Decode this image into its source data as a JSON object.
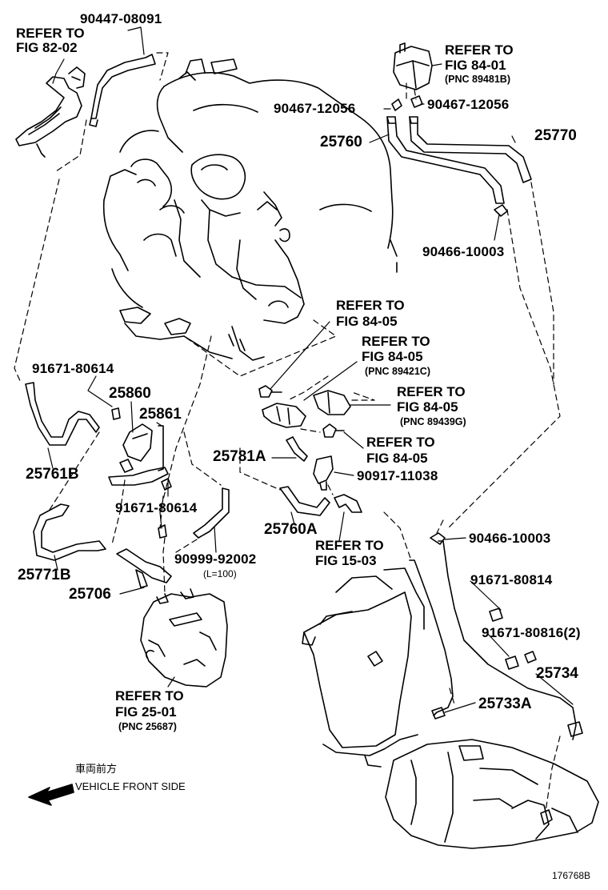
{
  "labels": {
    "p90447_08091": "90447-08091",
    "refer_82_02_a": "REFER TO",
    "refer_82_02_b": "FIG 82-02",
    "refer_84_01_a": "REFER TO",
    "refer_84_01_b": "FIG 84-01",
    "refer_84_01_c": "(PNC 89481B)",
    "p90467_12056_left": "90467-12056",
    "p90467_12056_right": "90467-12056",
    "p25760": "25760",
    "p25770": "25770",
    "p90466_10003_top": "90466-10003",
    "refer_84_05_1a": "REFER TO",
    "refer_84_05_1b": "FIG 84-05",
    "refer_84_05_2a": "REFER TO",
    "refer_84_05_2b": "FIG 84-05",
    "refer_84_05_2c": "(PNC 89421C)",
    "refer_84_05_3a": "REFER TO",
    "refer_84_05_3b": "FIG 84-05",
    "refer_84_05_3c": "(PNC 89439G)",
    "refer_84_05_4a": "REFER TO",
    "refer_84_05_4b": "FIG 84-05",
    "p91671_80614_top": "91671-80614",
    "p25860": "25860",
    "p25861": "25861",
    "p25761B": "25761B",
    "p25781A": "25781A",
    "p90917_11038": "90917-11038",
    "p91671_80614_mid": "91671-80614",
    "p25760A": "25760A",
    "refer_15_03_a": "REFER TO",
    "refer_15_03_b": "FIG 15-03",
    "p90466_10003_bot": "90466-10003",
    "p25771B": "25771B",
    "p90999_92002": "90999-92002",
    "l100": "(L=100)",
    "p25706": "25706",
    "p91671_80814": "91671-80814",
    "p91671_80816": "91671-80816(2)",
    "p25734": "25734",
    "p25733A": "25733A",
    "refer_25_01_a": "REFER TO",
    "refer_25_01_b": "FIG 25-01",
    "refer_25_01_c": "(PNC 25687)",
    "front_jp": "車両前方",
    "front_en": "VEHICLE FRONT SIDE",
    "fig_id": "176768B"
  }
}
